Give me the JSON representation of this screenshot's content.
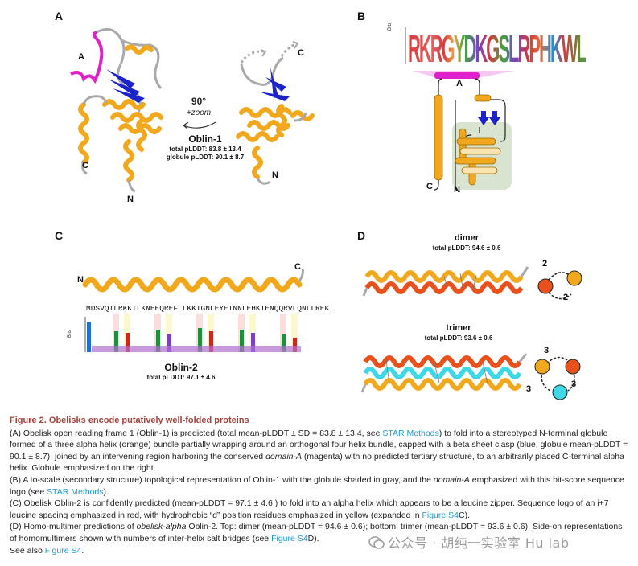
{
  "panels": {
    "a": {
      "letter": "A",
      "label_a": "A",
      "label_c_left": "C",
      "label_n_left": "N",
      "label_c_right": "C",
      "label_n_right": "N",
      "rotation": "90°",
      "zoom": "+zoom",
      "protein_name": "Oblin-1",
      "total_plddt": "total pLDDT: 83.8 ± 13.4",
      "globule_plddt": "globule pLDDT: 90.1 ± 8.7"
    },
    "b": {
      "letter": "B",
      "bits_label": "Bits",
      "logo_letters": "RKRGYDKGSLRPHKWL",
      "label_a": "A",
      "label_c": "C",
      "label_n": "N"
    },
    "c": {
      "letter": "C",
      "label_n": "N",
      "label_c": "C",
      "sequence": "MDSVQILRKKILKNEEQREFLLKKIGNLEYEINNLEHKIENQQRVLQNLLREK",
      "bits_label": "Bits",
      "protein_name": "Oblin-2",
      "total_plddt": "total pLDDT: 97.1 ± 4.6"
    },
    "d": {
      "letter": "D",
      "dimer_title": "dimer",
      "dimer_plddt": "total pLDDT: 94.6 ± 0.6",
      "dimer_bridge_top": "2",
      "dimer_bridge_bottom": "2",
      "trimer_title": "trimer",
      "trimer_plddt": "total pLDDT: 93.6 ± 0.6",
      "trimer_bridge_top": "3",
      "trimer_bridge_left": "3",
      "trimer_bridge_right": "3"
    }
  },
  "colors": {
    "orange_helix": "#f2a81d",
    "gray_coil": "#a9a9a9",
    "beta_blue": "#1a24c8",
    "domain_a_magenta": "#e020c8",
    "globule_shade": "#d8e4cf",
    "red_helix": "#e8501c",
    "cyan_helix": "#3fd8e6",
    "caption_title": "#a8403a",
    "link": "#1f9ad1"
  },
  "caption": {
    "title": "Figure 2.  Obelisks encode putatively well-folded proteins",
    "a_part1": "(A) Obelisk open reading frame 1 (Oblin-1) is predicted (total mean-pLDDT ± SD = 83.8 ± 13.4, see ",
    "a_link": "STAR Methods",
    "a_part2": ") to fold into a stereotyped N-terminal globule formed of a three alpha helix (orange) bundle partially wrapping around an orthogonal four helix bundle, capped with a beta sheet clasp (blue, globule mean-pLDDT = 90.1 ± 8.7), joined by an intervening region harboring the conserved ",
    "a_italic": "domain-A",
    "a_part3": " (magenta) with no predicted tertiary structure, to an arbitrarily placed C-terminal alpha helix. Globule emphasized on the right.",
    "b_part1": "(B) A to-scale (secondary structure) topological representation of Oblin-1 with the globule shaded in gray, and the ",
    "b_italic": "domain-A",
    "b_part2": " emphasized with this bit-score sequence logo (see ",
    "b_link": "STAR Methods",
    "b_part3": ").",
    "c_part1": "(C) Obelisk Oblin-2 is confidently predicted (mean-pLDDT = 97.1 ± 4.6 ) to fold into an alpha helix which appears to be a leucine zipper. Sequence logo of an i+7 leucine spacing emphasized in red, with hydrophobic “d” position residues emphasized in yellow (expanded in ",
    "c_link": "Figure S4",
    "c_part2": "C).",
    "d_part1": "(D) Homo-multimer predictions of ",
    "d_italic": "obelisk-alpha",
    "d_part2": " Oblin-2. Top: dimer (mean-pLDDT = 94.6 ± 0.6); bottom: trimer (mean-pLDDT = 93.6 ± 0.6). Side-on representations of homomultimers shown with numbers of inter-helix salt bridges (see ",
    "d_link": "Figure S4",
    "d_part3": "D).",
    "see_also": "See also ",
    "see_also_link": "Figure S4",
    "see_also_end": "."
  },
  "watermark": "公众号 · 胡纯一实验室 Hu lab"
}
